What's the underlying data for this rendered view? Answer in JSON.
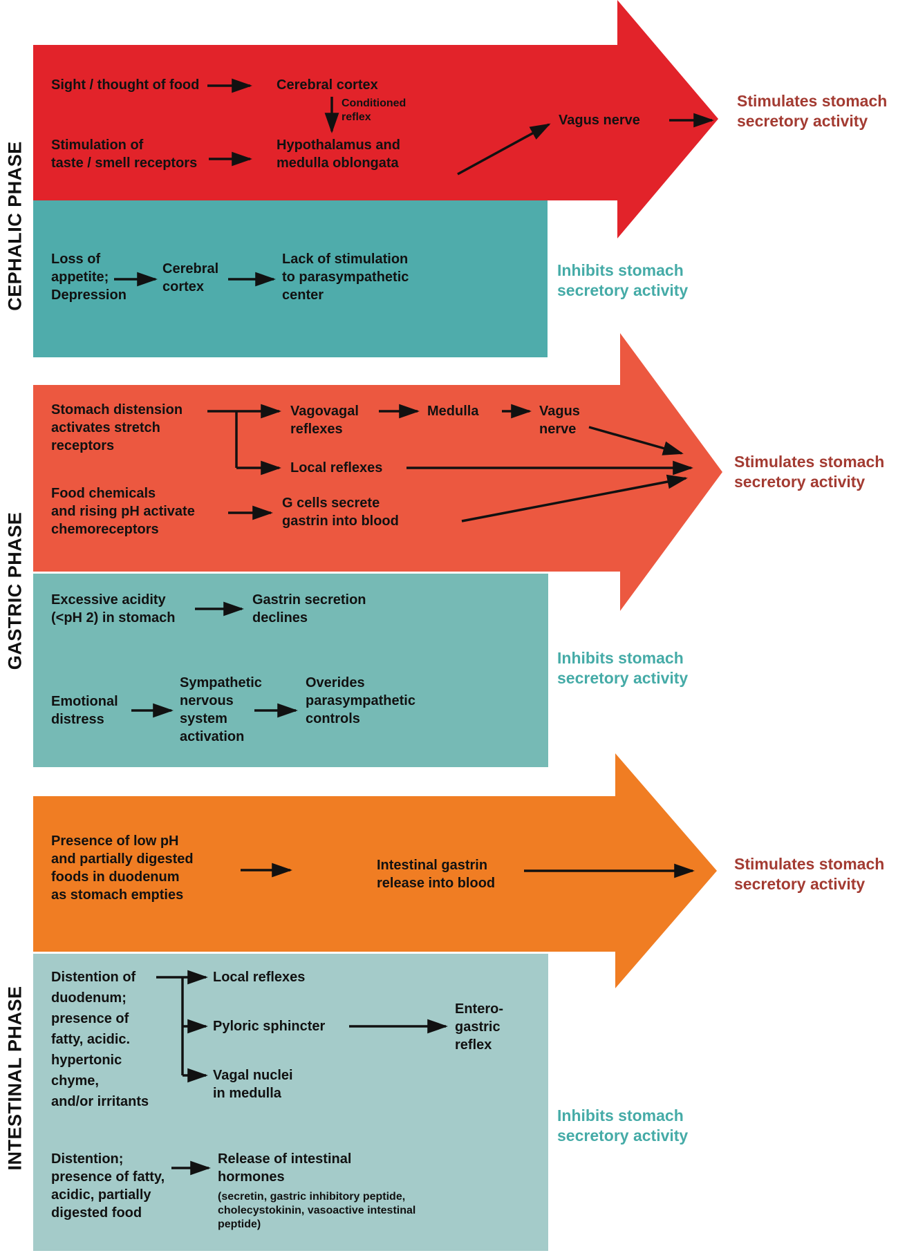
{
  "colors": {
    "red": "#E2232A",
    "tomato": "#EC5840",
    "orange": "#F07D23",
    "teal-dark": "#4FACAB",
    "teal-mid": "#76BAB5",
    "teal-light": "#A4CBC9",
    "maroon-text": "#A33B32",
    "teal-text": "#45ABA7",
    "ink": "#111111",
    "bg": "#FFFFFF"
  },
  "phases": {
    "cephalic": {
      "label": "CEPHALIC PHASE",
      "stimulate": {
        "sight": "Sight / thought of food",
        "cerebral_cortex": "Cerebral cortex",
        "conditioned_reflex": "Conditioned\nreflex",
        "taste": "Stimulation of\ntaste / smell receptors",
        "hypothalamus": "Hypothalamus and\nmedulla oblongata",
        "vagus_nerve": "Vagus nerve",
        "result": "Stimulates stomach\nsecretory activity"
      },
      "inhibit": {
        "loss": "Loss of\nappetite;\nDepression",
        "cerebral_cortex": "Cerebral\ncortex",
        "lack": "Lack of stimulation\nto parasympathetic\ncenter",
        "result": "Inhibits stomach\nsecretory activity"
      }
    },
    "gastric": {
      "label": "GASTRIC PHASE",
      "stimulate": {
        "distension": "Stomach distension\nactivates stretch\nreceptors",
        "vagovagal": "Vagovagal\nreflexes",
        "medulla": "Medulla",
        "vagus_nerve": "Vagus\nnerve",
        "local_reflexes": "Local reflexes",
        "food_chemicals": "Food chemicals\nand rising pH activate\nchemoreceptors",
        "g_cells": "G cells secrete\ngastrin into blood",
        "result": "Stimulates stomach\nsecretory activity"
      },
      "inhibit": {
        "acidity": "Excessive acidity\n(<pH 2) in stomach",
        "gastrin_declines": "Gastrin secretion\ndeclines",
        "emotional": "Emotional\ndistress",
        "sympathetic": "Sympathetic\nnervous\nsystem\nactivation",
        "overides": "Overides\nparasympathetic\ncontrols",
        "result": "Inhibits stomach\nsecretory activity"
      }
    },
    "intestinal": {
      "label": "INTESTINAL PHASE",
      "stimulate": {
        "presence": "Presence of low pH\nand partially digested\nfoods in duodenum\nas stomach empties",
        "intestinal_gastrin": "Intestinal gastrin\nrelease into blood",
        "result": "Stimulates stomach\nsecretory activity"
      },
      "inhibit": {
        "distention": "Distention of\nduodenum;\npresence of\nfatty, acidic.\nhypertonic\nchyme,\nand/or irritants",
        "local_reflexes": "Local reflexes",
        "pyloric": "Pyloric sphincter",
        "enterogastric": "Entero-\ngastric\nreflex",
        "vagal_nuclei": "Vagal nuclei\nin medulla",
        "distention2": "Distention;\npresence of fatty,\nacidic, partially\ndigested food",
        "hormones": "Release of intestinal\nhormones",
        "hormones_detail": "(secretin, gastric inhibitory peptide,\ncholecystokinin, vasoactive intestinal\npeptide)",
        "result": "Inhibits stomach\nsecretory activity"
      }
    }
  }
}
